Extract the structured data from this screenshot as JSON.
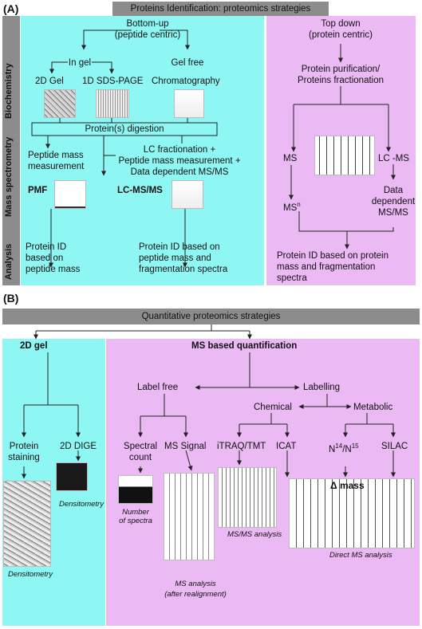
{
  "panel_a": {
    "label": "(A)",
    "title": "Proteins Identification: proteomics strategies",
    "side_labels": [
      "Biochemistry",
      "Mass spectrometry",
      "Analysis"
    ],
    "bottom_up": "Bottom-up",
    "bottom_up_sub": "(peptide centric)",
    "in_gel": "In gel",
    "gel_free": "Gel free",
    "gel_2d": "2D Gel",
    "sds_page": "1D SDS-PAGE",
    "chromatography": "Chromatography",
    "digestion": "Protein(s) digestion",
    "peptide_mass_1": "Peptide mass",
    "peptide_mass_2": "measurement",
    "lc_frac_1": "LC fractionation +",
    "lc_frac_2": "Peptide mass measurement +",
    "lc_frac_3": "Data dependent MS/MS",
    "pmf": "PMF",
    "lcmsms": "LC-MS/MS",
    "pid_left_1": "Protein ID",
    "pid_left_2": "based on",
    "pid_left_3": "peptide mass",
    "pid_mid_1": "Protein ID based on",
    "pid_mid_2": "peptide mass and",
    "pid_mid_3": "fragmentation spectra",
    "top_down": "Top down",
    "top_down_sub": "(protein centric)",
    "purif_1": "Protein purification/",
    "purif_2": "Proteins fractionation",
    "ms": "MS",
    "lc_ms": "LC -MS",
    "ms_n_base": "MS",
    "ms_n_sup": "n",
    "dd_1": "Data",
    "dd_2": "dependent",
    "dd_3": "MS/MS",
    "pid_right_1": "Protein ID based on protein",
    "pid_right_2": "mass and fragmentation",
    "pid_right_3": "spectra"
  },
  "panel_b": {
    "label": "(B)",
    "title": "Quantitative proteomics strategies",
    "gel_2d": "2D gel",
    "ms_quant": "MS based quantification",
    "label_free": "Label free",
    "labelling": "Labelling",
    "chemical": "Chemical",
    "metabolic": "Metabolic",
    "protein_1": "Protein",
    "protein_2": "staining",
    "dige": "2D DIGE",
    "spectral_1": "Spectral",
    "spectral_2": "count",
    "ms_signal": "MS Signal",
    "itraq": "iTRAQ/TMT",
    "icat": "ICAT",
    "n14_a": "N",
    "n14_sup1": "14",
    "n14_b": "/N",
    "n14_sup2": "15",
    "silac": "SILAC",
    "delta_mass": "Δ mass",
    "densitometry_left": "Densitometry",
    "densitometry_mid": "Densitometry",
    "number_1": "Number",
    "number_2": "of spectra",
    "ms_analysis_1": "MS analysis",
    "ms_analysis_2": "(after realignment)",
    "msms_analysis": "MS/MS analysis",
    "direct_ms": "Direct MS analysis"
  },
  "colors": {
    "cyan_panel": "#8ff7f3",
    "pink_panel": "#ebb9f4",
    "gray_bar": "#8c8c8c"
  }
}
